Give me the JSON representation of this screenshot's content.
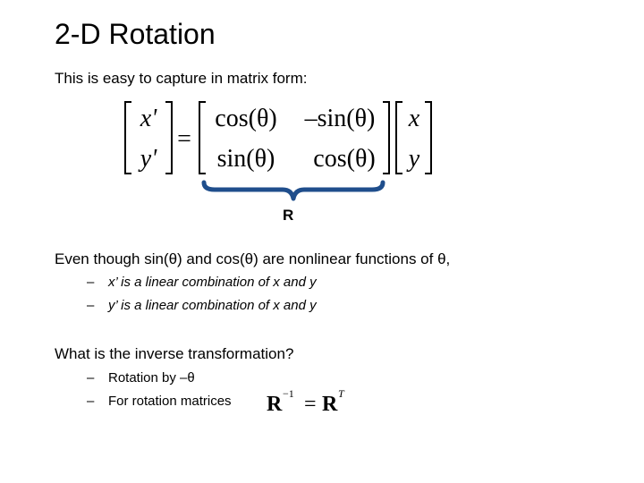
{
  "slide": {
    "title": "2-D Rotation",
    "intro": "This is easy to capture in matrix form:",
    "matrix_equation": {
      "lhs": [
        "x'",
        "y'"
      ],
      "equals": "=",
      "rotation_matrix": [
        [
          "cos(θ)",
          "–sin(θ)"
        ],
        [
          "sin(θ)",
          "cos(θ)"
        ]
      ],
      "rhs": [
        "x",
        "y"
      ],
      "brace_label": "R"
    },
    "nonlinear_statement": "Even though sin(θ) and cos(θ) are nonlinear functions of θ,",
    "bullets_linear": [
      "x’ is a linear combination of x and y",
      "y’ is a linear combination of x and y"
    ],
    "inverse_question": "What is the inverse transformation?",
    "bullets_inverse": [
      "Rotation by –θ",
      "For rotation matrices"
    ],
    "inverse_formula": {
      "lhs_base": "R",
      "lhs_exponent": "−1",
      "equals": "=",
      "rhs_base": "R",
      "rhs_exponent": "T"
    },
    "bullet_dash": "–"
  }
}
